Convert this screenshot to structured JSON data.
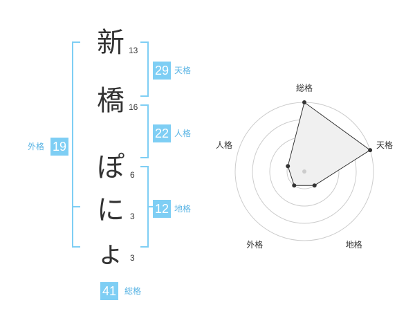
{
  "name": {
    "chars": [
      {
        "char": "新",
        "strokes": "13"
      },
      {
        "char": "橋",
        "strokes": "16"
      },
      {
        "char": "ぽ",
        "strokes": "6"
      },
      {
        "char": "に",
        "strokes": "3"
      },
      {
        "char": "ょ",
        "strokes": "3"
      }
    ]
  },
  "kakusu": {
    "tenkaku": {
      "value": "29",
      "label": "天格"
    },
    "jinkaku": {
      "value": "22",
      "label": "人格"
    },
    "chikaku": {
      "value": "12",
      "label": "地格"
    },
    "gaikaku": {
      "value": "19",
      "label": "外格"
    },
    "soukaku": {
      "value": "41",
      "label": "総格"
    }
  },
  "chart_data": {
    "type": "radar",
    "axes": [
      "総格",
      "天格",
      "地格",
      "外格",
      "人格"
    ],
    "levels": 4,
    "values": [
      4,
      4,
      1,
      1,
      1
    ],
    "max": 4,
    "colors": {
      "fill": "#f0f0f0",
      "stroke": "#333333",
      "grid": "#cccccc",
      "center": "#cccccc"
    }
  },
  "colors": {
    "accent": "#7ecef4",
    "label": "#5ab4e4"
  }
}
